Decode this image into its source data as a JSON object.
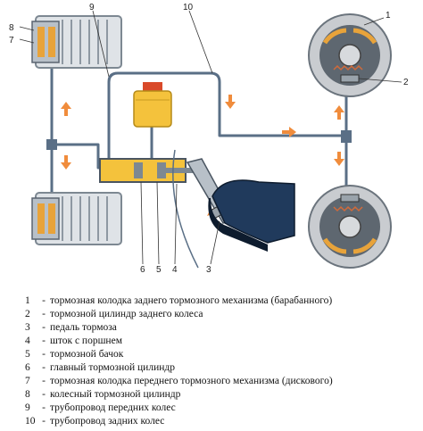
{
  "diagram": {
    "callouts": {
      "c1": "1",
      "c2": "2",
      "c3": "3",
      "c4": "4",
      "c5": "5",
      "c6": "6",
      "c7": "7",
      "c8": "8",
      "c9": "9",
      "c10": "10"
    },
    "colors": {
      "pipe": "#5a6f86",
      "arrow": "#f08c3c",
      "fluid": "#f4c23c",
      "disc": "#7d8892",
      "drum": "#c9ccd0",
      "boot": "#203a5c",
      "shoe": "#e8a33a"
    }
  },
  "legend": {
    "separator": "-",
    "items": [
      {
        "num": "1",
        "text": "тормозная колодка заднего тормозного механизма (барабанного)"
      },
      {
        "num": "2",
        "text": "тормозной цилиндр заднего колеса"
      },
      {
        "num": "3",
        "text": "педаль тормоза"
      },
      {
        "num": "4",
        "text": "шток с поршнем"
      },
      {
        "num": "5",
        "text": "тормозной бачок"
      },
      {
        "num": "6",
        "text": "главный тормозной цилиндр"
      },
      {
        "num": "7",
        "text": "тормозная колодка переднего тормозного механизма (дискового)"
      },
      {
        "num": "8",
        "text": "колесный тормозной цилиндр"
      },
      {
        "num": "9",
        "text": "трубопровод передних колес"
      },
      {
        "num": "10",
        "text": "трубопровод задних колес"
      }
    ]
  }
}
